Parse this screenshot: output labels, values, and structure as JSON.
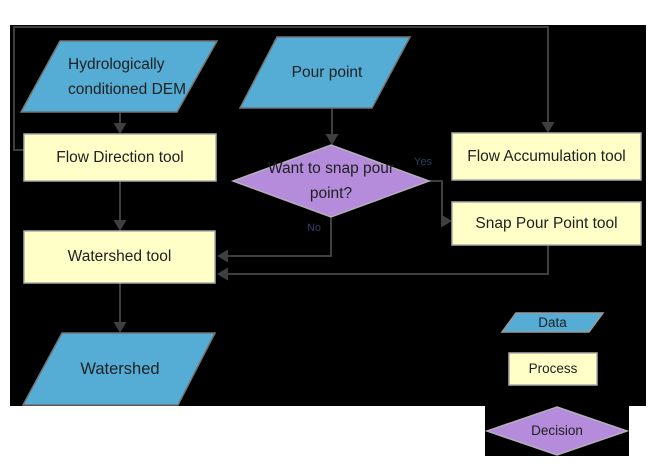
{
  "diagram": {
    "nodes": {
      "dem": {
        "label": "Hydrologically conditioned DEM",
        "type": "data"
      },
      "pour_point": {
        "label": "Pour point",
        "type": "data"
      },
      "flow_direction": {
        "label": "Flow Direction tool",
        "type": "process"
      },
      "flow_accumulation": {
        "label": "Flow Accumulation tool",
        "type": "process"
      },
      "snap_decision": {
        "label": "Want to snap pour point?",
        "type": "decision"
      },
      "snap_pour_point": {
        "label": "Snap Pour Point tool",
        "type": "process"
      },
      "watershed_tool": {
        "label": "Watershed tool",
        "type": "process"
      },
      "watershed": {
        "label": "Watershed",
        "type": "data"
      }
    },
    "edge_labels": {
      "yes": "Yes",
      "no": "No"
    },
    "edges": [
      {
        "from": "dem",
        "to": "flow_direction"
      },
      {
        "from": "flow_direction",
        "to": "flow_accumulation"
      },
      {
        "from": "flow_direction",
        "to": "watershed_tool"
      },
      {
        "from": "pour_point",
        "to": "snap_decision"
      },
      {
        "from": "snap_decision",
        "to": "snap_pour_point",
        "label": "Yes"
      },
      {
        "from": "snap_decision",
        "to": "watershed_tool",
        "label": "No"
      },
      {
        "from": "flow_accumulation",
        "to": "snap_pour_point"
      },
      {
        "from": "snap_pour_point",
        "to": "watershed_tool"
      },
      {
        "from": "watershed_tool",
        "to": "watershed"
      }
    ],
    "legend": {
      "data_label": "Data",
      "process_label": "Process",
      "decision_label": "Decision"
    },
    "colors": {
      "canvas": "#000000",
      "data_fill": "#55ADD6",
      "process_fill": "#FFFFC8",
      "decision_fill": "#B58BDB",
      "connector": "#3f3f3f",
      "node_text": "#212121",
      "edge_label_text": "#2a3f66"
    }
  }
}
